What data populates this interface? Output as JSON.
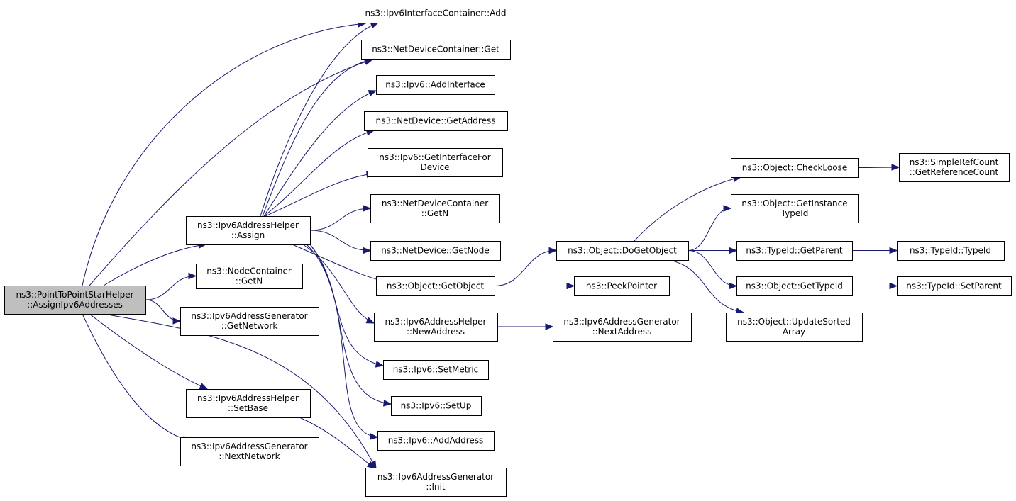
{
  "graph": {
    "colors": {
      "edge": "#191970",
      "root_fill": "#bfbfbf",
      "node_fill": "#ffffff",
      "node_stroke": "#000000"
    },
    "nodes": [
      {
        "id": "root",
        "lines": [
          "ns3::PointToPointStarHelper",
          "::AssignIpv6Addresses"
        ]
      },
      {
        "id": "assign",
        "lines": [
          "ns3::Ipv6AddressHelper",
          "::Assign"
        ]
      },
      {
        "id": "nc_getn",
        "lines": [
          "ns3::NodeContainer",
          "::GetN"
        ]
      },
      {
        "id": "gen_getnetwork",
        "lines": [
          "ns3::Ipv6AddressGenerator",
          "::GetNetwork"
        ]
      },
      {
        "id": "setbase",
        "lines": [
          "ns3::Ipv6AddressHelper",
          "::SetBase"
        ]
      },
      {
        "id": "nextnetwork",
        "lines": [
          "ns3::Ipv6AddressGenerator",
          "::NextNetwork"
        ]
      },
      {
        "id": "ic_add",
        "lines": [
          "ns3::Ipv6InterfaceContainer::Add"
        ]
      },
      {
        "id": "ndc_get",
        "lines": [
          "ns3::NetDeviceContainer::Get"
        ]
      },
      {
        "id": "addinterface",
        "lines": [
          "ns3::Ipv6::AddInterface"
        ]
      },
      {
        "id": "nd_getaddress",
        "lines": [
          "ns3::NetDevice::GetAddress"
        ]
      },
      {
        "id": "getifdev",
        "lines": [
          "ns3::Ipv6::GetInterfaceFor",
          "Device"
        ]
      },
      {
        "id": "ndc_getn",
        "lines": [
          "ns3::NetDeviceContainer",
          "::GetN"
        ]
      },
      {
        "id": "nd_getnode",
        "lines": [
          "ns3::NetDevice::GetNode"
        ]
      },
      {
        "id": "getobject",
        "lines": [
          "ns3::Object::GetObject"
        ]
      },
      {
        "id": "newaddress",
        "lines": [
          "ns3::Ipv6AddressHelper",
          "::NewAddress"
        ]
      },
      {
        "id": "setmetric",
        "lines": [
          "ns3::Ipv6::SetMetric"
        ]
      },
      {
        "id": "setup",
        "lines": [
          "ns3::Ipv6::SetUp"
        ]
      },
      {
        "id": "addaddress",
        "lines": [
          "ns3::Ipv6::AddAddress"
        ]
      },
      {
        "id": "gen_init",
        "lines": [
          "ns3::Ipv6AddressGenerator",
          "::Init"
        ]
      },
      {
        "id": "dogetobject",
        "lines": [
          "ns3::Object::DoGetObject"
        ]
      },
      {
        "id": "peekpointer",
        "lines": [
          "ns3::PeekPointer"
        ]
      },
      {
        "id": "nextaddress",
        "lines": [
          "ns3::Ipv6AddressGenerator",
          "::NextAddress"
        ]
      },
      {
        "id": "checkloose",
        "lines": [
          "ns3::Object::CheckLoose"
        ]
      },
      {
        "id": "getinstancetypeid",
        "lines": [
          "ns3::Object::GetInstance",
          "TypeId"
        ]
      },
      {
        "id": "getparent",
        "lines": [
          "ns3::TypeId::GetParent"
        ]
      },
      {
        "id": "gettypeid",
        "lines": [
          "ns3::Object::GetTypeId"
        ]
      },
      {
        "id": "updatesorted",
        "lines": [
          "ns3::Object::UpdateSorted",
          "Array"
        ]
      },
      {
        "id": "getrefcount",
        "lines": [
          "ns3::SimpleRefCount",
          "::GetReferenceCount"
        ]
      },
      {
        "id": "typeid_ctor",
        "lines": [
          "ns3::TypeId::TypeId"
        ]
      },
      {
        "id": "setparent",
        "lines": [
          "ns3::TypeId::SetParent"
        ]
      }
    ],
    "edges": [
      [
        "root",
        "ic_add"
      ],
      [
        "root",
        "ndc_get"
      ],
      [
        "root",
        "assign"
      ],
      [
        "root",
        "nc_getn"
      ],
      [
        "root",
        "gen_getnetwork"
      ],
      [
        "root",
        "gen_init"
      ],
      [
        "root",
        "setbase"
      ],
      [
        "root",
        "nextnetwork"
      ],
      [
        "assign",
        "ic_add"
      ],
      [
        "assign",
        "ndc_get"
      ],
      [
        "assign",
        "addinterface"
      ],
      [
        "assign",
        "nd_getaddress"
      ],
      [
        "assign",
        "getifdev"
      ],
      [
        "assign",
        "ndc_getn"
      ],
      [
        "assign",
        "nd_getnode"
      ],
      [
        "assign",
        "getobject"
      ],
      [
        "assign",
        "newaddress"
      ],
      [
        "assign",
        "setmetric"
      ],
      [
        "assign",
        "setup"
      ],
      [
        "assign",
        "addaddress"
      ],
      [
        "setbase",
        "gen_init"
      ],
      [
        "getobject",
        "dogetobject"
      ],
      [
        "getobject",
        "peekpointer"
      ],
      [
        "newaddress",
        "nextaddress"
      ],
      [
        "dogetobject",
        "checkloose"
      ],
      [
        "dogetobject",
        "getinstancetypeid"
      ],
      [
        "dogetobject",
        "getparent"
      ],
      [
        "dogetobject",
        "gettypeid"
      ],
      [
        "dogetobject",
        "updatesorted"
      ],
      [
        "checkloose",
        "getrefcount"
      ],
      [
        "getparent",
        "typeid_ctor"
      ],
      [
        "gettypeid",
        "setparent"
      ]
    ]
  }
}
